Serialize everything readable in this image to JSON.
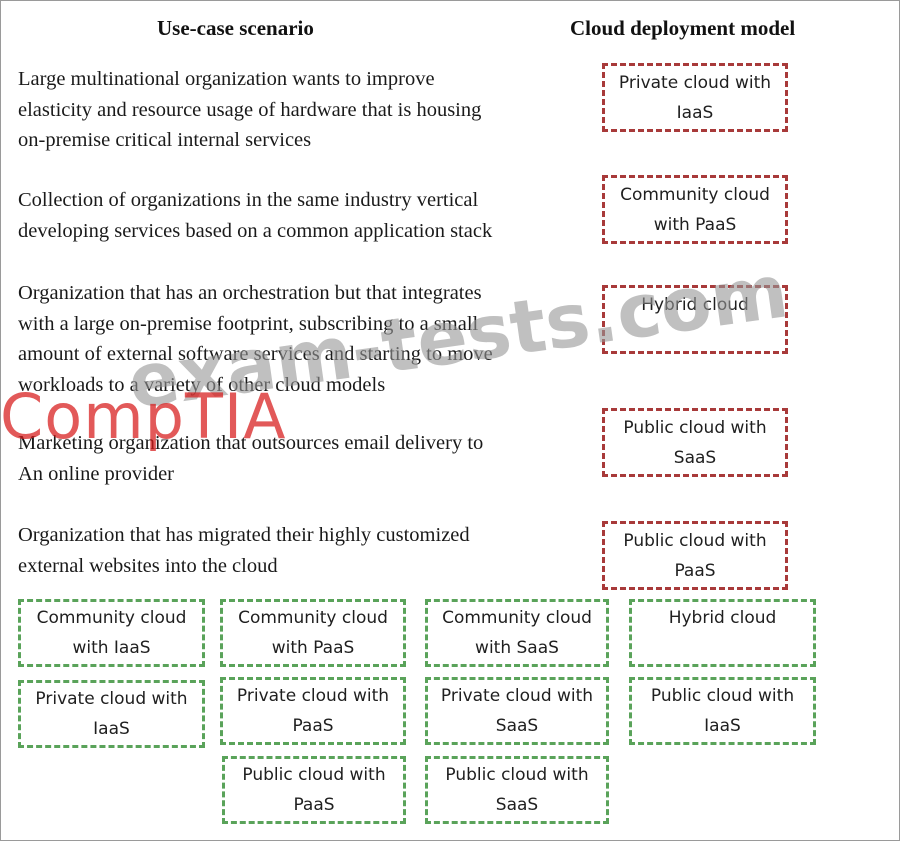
{
  "headers": {
    "scenario": "Use-case scenario",
    "model": "Cloud deployment model"
  },
  "scenarios": [
    {
      "lines": [
        "Large multinational organization wants to improve",
        "elasticity and resource usage of hardware that is housing",
        "on-premise critical internal services"
      ]
    },
    {
      "lines": [
        "Collection of organizations in the same industry vertical",
        "developing services based on a common application stack"
      ]
    },
    {
      "lines": [
        "Organization that has an orchestration but that integrates",
        "with a large on-premise footprint, subscribing to a small",
        "amount of external software services and starting to move",
        "workloads to a variety of other cloud models"
      ]
    },
    {
      "lines": [
        "Marketing organization that outsources email delivery to",
        "An online provider"
      ]
    },
    {
      "lines": [
        "Organization that has migrated their highly customized",
        "external websites into the cloud"
      ]
    }
  ],
  "targets": [
    {
      "lines": [
        "Private cloud with",
        "IaaS"
      ]
    },
    {
      "lines": [
        "Community cloud",
        "with PaaS"
      ]
    },
    {
      "lines": [
        "Hybrid cloud",
        ""
      ]
    },
    {
      "lines": [
        "Public cloud with",
        "SaaS"
      ]
    },
    {
      "lines": [
        "Public cloud with",
        "PaaS"
      ]
    }
  ],
  "options": [
    {
      "lines": [
        "Community cloud",
        "with IaaS"
      ]
    },
    {
      "lines": [
        "Community cloud",
        "with PaaS"
      ]
    },
    {
      "lines": [
        "Community cloud",
        "with SaaS"
      ]
    },
    {
      "lines": [
        "Hybrid cloud",
        ""
      ]
    },
    {
      "lines": [
        "Private cloud with",
        "IaaS"
      ]
    },
    {
      "lines": [
        "Private cloud with",
        "PaaS"
      ]
    },
    {
      "lines": [
        "Private cloud with",
        "SaaS"
      ]
    },
    {
      "lines": [
        "Public cloud with",
        "IaaS"
      ]
    },
    {
      "lines": [
        "Public cloud with",
        "PaaS"
      ]
    },
    {
      "lines": [
        "Public cloud with",
        "SaaS"
      ]
    }
  ],
  "watermarks": {
    "brand": "CompTIA",
    "site": "exam-tests.com"
  },
  "colors": {
    "target_border": "#a83a3a",
    "option_border": "#5aa35a"
  }
}
